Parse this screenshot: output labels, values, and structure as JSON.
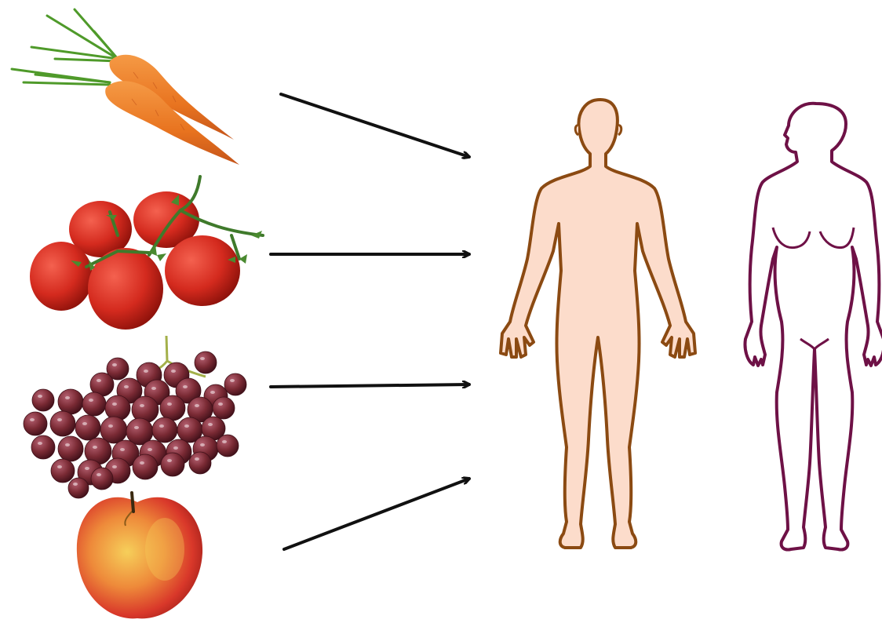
{
  "diagram": {
    "foods": [
      {
        "name": "carrots",
        "icon": "carrot-icon"
      },
      {
        "name": "tomatoes",
        "icon": "tomato-icon"
      },
      {
        "name": "grapes",
        "icon": "grapes-icon"
      },
      {
        "name": "apple",
        "icon": "apple-icon"
      }
    ],
    "arrows": 4,
    "figures": [
      {
        "name": "male",
        "fill": "#fcdccb",
        "stroke": "#8b4a12"
      },
      {
        "name": "female",
        "fill": "#ffffff",
        "stroke": "#6e1146"
      }
    ]
  },
  "colors": {
    "carrot": "#e8731f",
    "carrot_dark": "#c4541a",
    "carrot_green": "#4f9a2a",
    "tomato": "#d42a1e",
    "tomato_dark": "#9e160f",
    "tomato_stem": "#3f7a2b",
    "grape": "#7a2a34",
    "grape_dark": "#4b1520",
    "grape_light": "#a55060",
    "apple_red": "#d9382a",
    "apple_yellow": "#f1c04a",
    "arrow": "#111111"
  }
}
